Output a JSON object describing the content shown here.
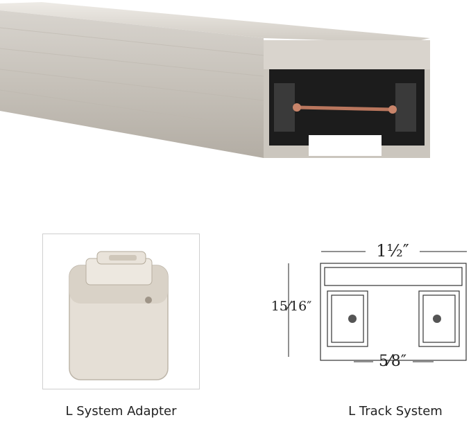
{
  "captions": {
    "adapter": "L System Adapter",
    "track": "L Track System"
  },
  "dimensions": {
    "width": "1½″",
    "height": "15⁄16″",
    "slot": "5⁄8″"
  },
  "colors": {
    "aluminum": "#c9c4bc",
    "aluminum_dark": "#9e988f",
    "insulator": "#2b2b2b",
    "adapter": "#e3ddd4",
    "copper": "#c8846a"
  }
}
